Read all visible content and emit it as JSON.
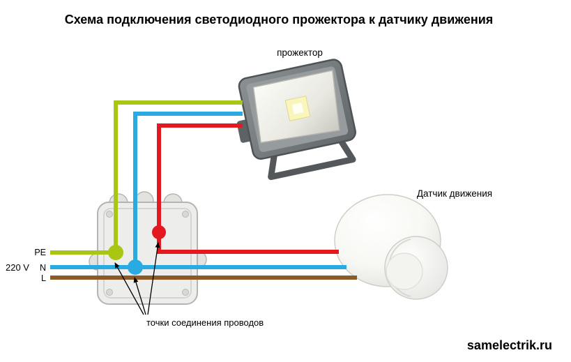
{
  "title": "Схема подключения светодиодного прожектора к датчику движения",
  "diagram": {
    "floodlight_label": "прожектор",
    "sensor_label": "Датчик движения",
    "junction_note": "точки соединения проводов",
    "wire_labels": {
      "pe": "PE",
      "neutral": "N",
      "line": "L",
      "voltage": "220 V"
    }
  },
  "watermark": "samelectrik.ru",
  "colors": {
    "pe_wire": "#a8c613",
    "neutral_wire": "#29abe2",
    "line_wire": "#8a5a28",
    "switched_wire": "#e3191f",
    "background": "#ffffff",
    "text": "#000000"
  }
}
